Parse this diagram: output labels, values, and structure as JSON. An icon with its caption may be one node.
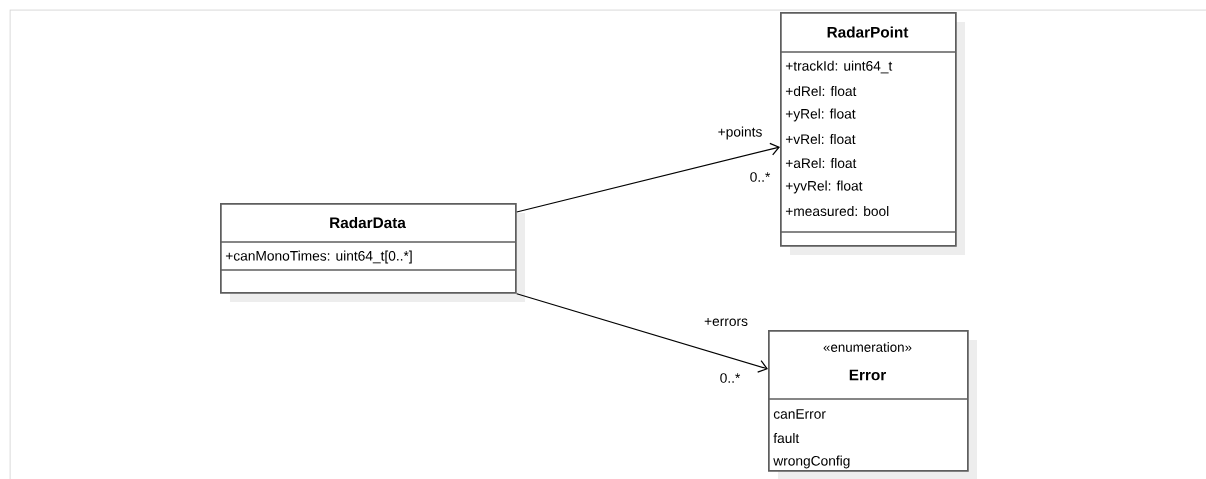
{
  "diagram": {
    "nodes": [
      {
        "text": [
          "RadarData",
          "+canMonoTimes: uint64_t[0..*]"
        ]
      },
      {
        "text": [
          "RadarPoint",
          "+trackId: uint64_t",
          "+dRel: float",
          "+yRel: float",
          "+vRel: float",
          "+aRel: float",
          "+yvRel: float",
          "+measured: bool"
        ]
      },
      {
        "text": [
          "«enumeration»",
          "Error",
          "canError",
          "fault",
          "wrongConfig"
        ]
      }
    ],
    "edges": [
      {
        "from": 0,
        "to": 1,
        "arrow": "to",
        "label": "+points"
      },
      {
        "from": 0,
        "to": 2,
        "arrow": "to",
        "label": "+errors"
      }
    ],
    "labels": [
      "0..*",
      "0..*"
    ]
  }
}
